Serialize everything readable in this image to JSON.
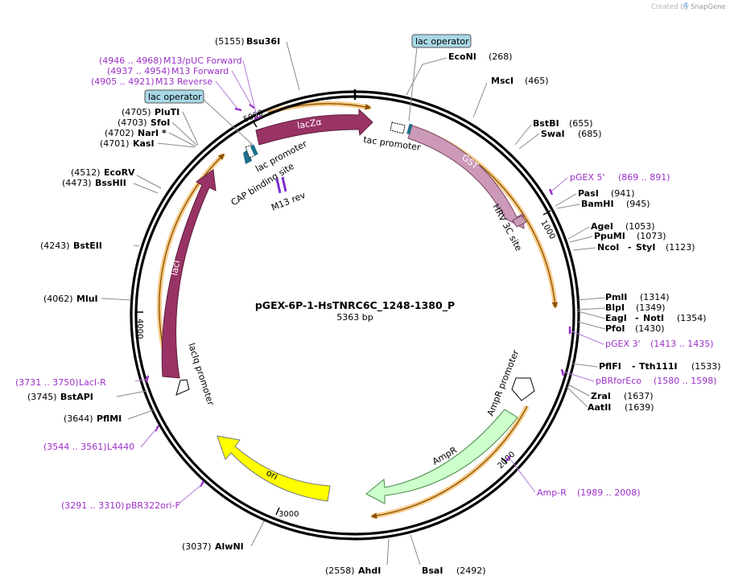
{
  "watermark": {
    "created_by": "Created by",
    "brand": "SnapGene"
  },
  "plasmid": {
    "name": "pGEX-6P-1-HsTNRC6C_1248-1380_P",
    "length_label": "5363 bp"
  },
  "ticks": [
    "1000",
    "2000",
    "3000",
    "4000",
    "5000"
  ],
  "sites_right": [
    {
      "name": "EcoNI",
      "pos": "(268)"
    },
    {
      "name": "MscI",
      "pos": "(465)"
    },
    {
      "name": "BstBI",
      "pos": "(655)"
    },
    {
      "name": "SwaI",
      "pos": "(685)"
    },
    {
      "name": "PasI",
      "pos": "(941)"
    },
    {
      "name": "BamHI",
      "pos": "(945)"
    },
    {
      "name": "AgeI",
      "pos": "(1053)"
    },
    {
      "name": "PpuMI",
      "pos": "(1073)"
    },
    {
      "name": "NcoI",
      "name2": "StyI",
      "pos": "(1123)"
    },
    {
      "name": "PmlI",
      "pos": "(1314)"
    },
    {
      "name": "BlpI",
      "pos": "(1349)"
    },
    {
      "name": "EagI",
      "name2": "NotI",
      "pos": "(1354)"
    },
    {
      "name": "PfoI",
      "pos": "(1430)"
    },
    {
      "name": "PflFI",
      "name2": "Tth111I",
      "pos": "(1533)"
    },
    {
      "name": "ZraI",
      "pos": "(1637)"
    },
    {
      "name": "AatII",
      "pos": "(1639)"
    }
  ],
  "sites_bottom": [
    {
      "name": "BsaI",
      "pos": "(2492)"
    },
    {
      "name": "AhdI",
      "pos": "(2558)"
    }
  ],
  "sites_left": [
    {
      "name": "Bsu36I",
      "pos": "(5155)"
    },
    {
      "name": "PluTI",
      "pos": "(4705)"
    },
    {
      "name": "SfoI",
      "pos": "(4703)"
    },
    {
      "name": "NarI *",
      "pos": "(4702)"
    },
    {
      "name": "KasI",
      "pos": "(4701)"
    },
    {
      "name": "EcoRV",
      "pos": "(4512)"
    },
    {
      "name": "BssHII",
      "pos": "(4473)"
    },
    {
      "name": "BstEII",
      "pos": "(4243)"
    },
    {
      "name": "MluI",
      "pos": "(4062)"
    },
    {
      "name": "BstAPI",
      "pos": "(3745)"
    },
    {
      "name": "PflMI",
      "pos": "(3644)"
    },
    {
      "name": "AlwNI",
      "pos": "(3037)"
    }
  ],
  "primers": [
    {
      "name": "pGEX 5'",
      "pos": "(869 .. 891)"
    },
    {
      "name": "pGEX 3'",
      "pos": "(1413 .. 1435)"
    },
    {
      "name": "pBRforEco",
      "pos": "(1580 .. 1598)"
    },
    {
      "name": "Amp-R",
      "pos": "(1989 .. 2008)"
    },
    {
      "name": "pBR322ori-F",
      "pos": "(3291 .. 3310)"
    },
    {
      "name": "L4440",
      "pos": "(3544 .. 3561)"
    },
    {
      "name": "LacI-R",
      "pos": "(3731 .. 3750)"
    },
    {
      "name": "M13/pUC Forward",
      "pos": "(4946 .. 4968)"
    },
    {
      "name": "M13 Forward",
      "pos": "(4937 .. 4954)"
    },
    {
      "name": "M13 Reverse",
      "pos": "(4905 .. 4921)"
    }
  ],
  "features": {
    "lac_operator_right": "lac operator",
    "lac_operator_left": "lac operator",
    "tac_promoter": "tac promoter",
    "gst": "GST",
    "hrv": "HRV 3C site",
    "ampr_promoter": "AmpR promoter",
    "ampr": "AmpR",
    "ori": "ori",
    "laciq_promoter": "lacIq promoter",
    "laci": "lacI",
    "lac_promoter": "lac promoter",
    "cap_site": "CAP binding site",
    "m13_rev": "M13 rev",
    "lacza": "lacZα"
  },
  "colors": {
    "backbone": "#000000",
    "primer": "#9b30c8",
    "gst": "#cc99b8",
    "lac_feature": "#993366",
    "ampr": "#ccffcc",
    "ori": "#ffff00",
    "orf_glow": "#f3a530",
    "operator": "#1f6f8b",
    "operator_box": "#a9d8e6"
  }
}
